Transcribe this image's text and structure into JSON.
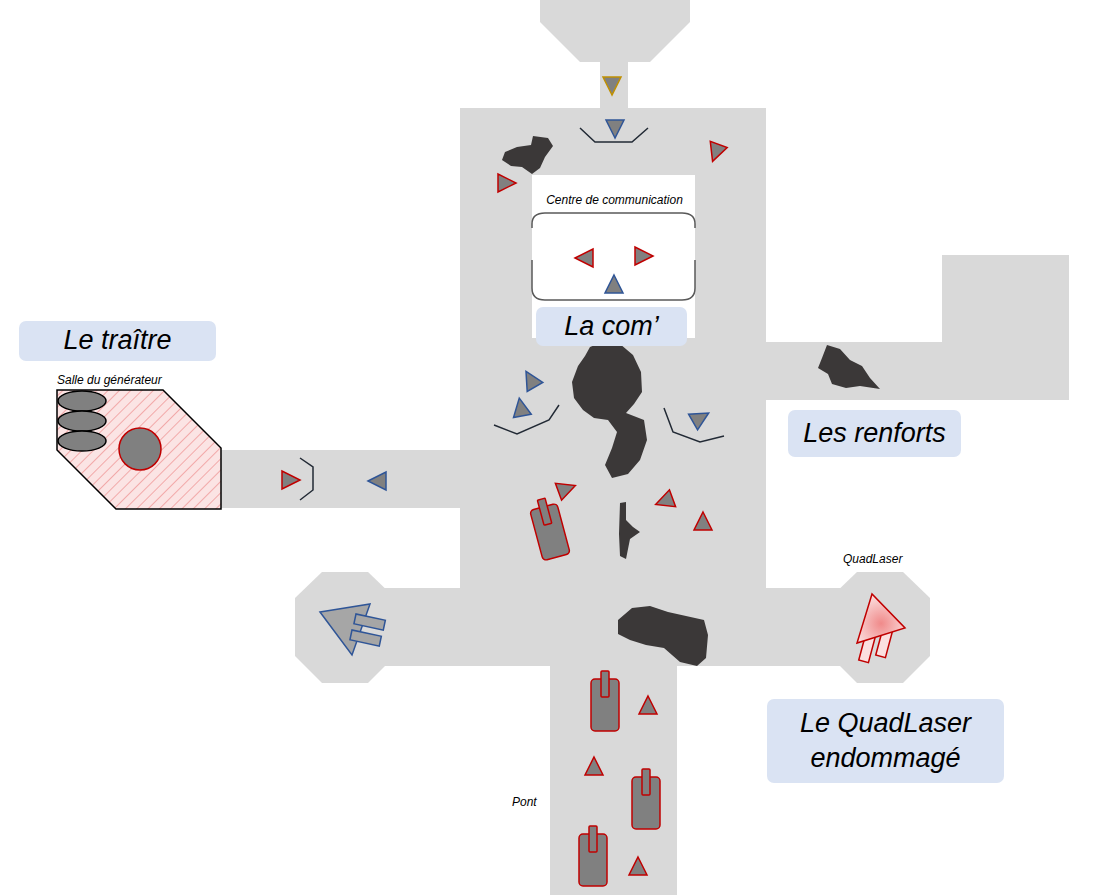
{
  "diagram": {
    "nodes": [
      {
        "text": [
          "Centre de communication"
        ]
      },
      {
        "text": [
          "La com’"
        ]
      },
      {
        "text": [
          "Le traître"
        ]
      },
      {
        "text": [
          "Salle du générateur"
        ]
      },
      {
        "text": [
          "Les renforts"
        ]
      },
      {
        "text": [
          "QuadLaser"
        ]
      },
      {
        "text": [
          "Le QuadLaser endommagé"
        ]
      }
    ],
    "labels": [
      "Pont"
    ]
  }
}
